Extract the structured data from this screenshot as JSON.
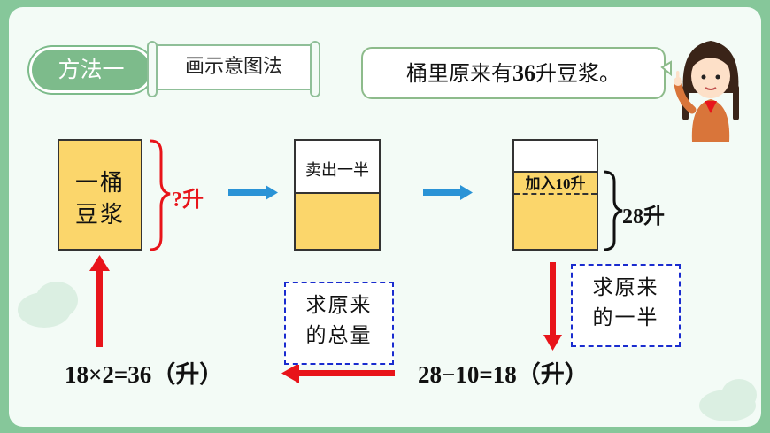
{
  "header": {
    "method_label": "方法一",
    "method_name": "画示意图法"
  },
  "speech": {
    "text_before": "桶里原来有",
    "number": "36",
    "text_after": "升豆浆。"
  },
  "diagram": {
    "bucket_label_line1": "一桶",
    "bucket_label_line2": "豆浆",
    "unknown_label": "?升",
    "sold_half_label": "卖出一半",
    "add_label": "加入10升",
    "result_label": "28升"
  },
  "steps": {
    "find_half_line1": "求原来",
    "find_half_line2": "的一半",
    "find_total_line1": "求原来",
    "find_total_line2": "的总量",
    "equation_1": "28−10=18（升）",
    "equation_2": "18×2=36（升）"
  },
  "colors": {
    "soy_milk": "#fbd66b",
    "arrow_red": "#e8141a",
    "arrow_blue": "#2a93d6",
    "dash_blue": "#1a2ccf"
  }
}
